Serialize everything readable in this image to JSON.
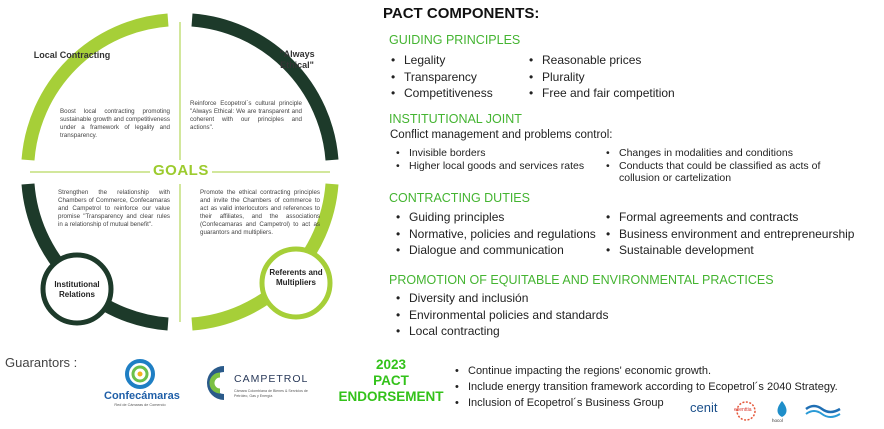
{
  "title": "PACT COMPONENTS:",
  "goals_diagram": {
    "center_label": "GOALS",
    "quadrants": [
      {
        "title": "Local Contracting",
        "text": "Boost local contracting promoting sustainable growth and competitiveness under a framework of legality and transparency."
      },
      {
        "title": "\"Always Ethical\"",
        "text": "Reinforce Ecopetrol´s cultural principle \"Always Ethical: We are transparent and coherent with our principles and actions\"."
      },
      {
        "title": "Institutional Relations",
        "text": "Strengthen the relationship with Chambers of Commerce, Confecamaras and Campetrol to reinforce our value promise \"Transparency and clear rules in a relationship of mutual benefit\"."
      },
      {
        "title": "Referents and Multipliers",
        "text": "Promote the ethical contracting principles and invite the Chambers of commerce to act as valid interlocutors and references to their affiliates, and the associations (Confecamaras and Campetrol) to act as guarantors and multipliers."
      }
    ]
  },
  "sections": {
    "guiding_principles": {
      "title": "GUIDING PRINCIPLES",
      "col1": [
        "Legality",
        "Transparency",
        "Competitiveness"
      ],
      "col2": [
        "Reasonable prices",
        "Plurality",
        "Free and fair competition"
      ]
    },
    "institutional_joint": {
      "title": "INSTITUTIONAL JOINT",
      "subtitle": "Conflict management and problems control:",
      "col1": [
        "Invisible borders",
        "Higher local goods and services rates"
      ],
      "col2": [
        "Changes in modalities and conditions",
        "Conducts that could be classified as acts of collusion or cartelization"
      ]
    },
    "contracting_duties": {
      "title": "CONTRACTING DUTIES",
      "col1": [
        "Guiding principles",
        "Normative, policies and regulations",
        "Dialogue and communication"
      ],
      "col2": [
        "Formal agreements and contracts",
        "Business environment and entrepreneurship",
        "Sustainable development"
      ]
    },
    "promotion": {
      "title": "PROMOTION OF EQUITABLE AND ENVIRONMENTAL PRACTICES",
      "items": [
        "Diversity and inclusión",
        "Environmental policies and standards",
        "Local contracting"
      ]
    }
  },
  "endorsement": {
    "label_line1": "2023",
    "label_line2": "PACT",
    "label_line3": "ENDORSEMENT",
    "items": [
      "Continue impacting the regions' economic growth.",
      "Include energy transition framework according to Ecopetrol´s 2040 Strategy.",
      "Inclusion of Ecopetrol´s Business Group"
    ]
  },
  "guarantors": {
    "label": "Guarantors :",
    "confecamaras": {
      "name": "Confecámaras",
      "sub": "Red de Cámaras de Comercio"
    },
    "campetrol": {
      "name": "CAMPETROL",
      "sub": "Cámara Colombiana de Bienes & Servicios de Petróleo, Gas y Energía"
    }
  },
  "group_logos": {
    "cenit": "cenit",
    "esenttia": "esenttia",
    "hocol": "hocol"
  },
  "colors": {
    "dark_green": "#1d3a2a",
    "lime": "#a6cf38",
    "section_green": "#44b431",
    "pact_green": "#33c21a"
  }
}
